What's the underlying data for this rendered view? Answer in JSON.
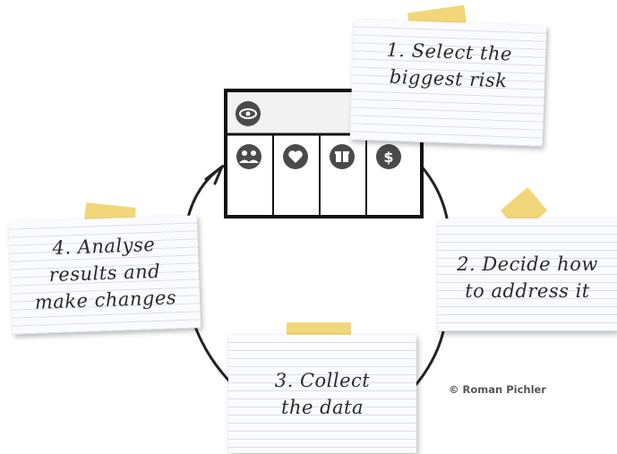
{
  "steps": [
    {
      "text": "1. Select the\nbiggest risk"
    },
    {
      "text": "2. Decide how\nto address it"
    },
    {
      "text": "3. Collect\nthe data"
    },
    {
      "text": "4. Analyse\nresults and\nmake changes"
    }
  ],
  "copyright": "© Roman Pichler",
  "icons": [
    "eye-icon",
    "users-icon",
    "heart-icon",
    "gift-icon",
    "dollar-icon"
  ],
  "colors": {
    "note": "#fbfbff",
    "tape": "#f0d36a",
    "ink": "#2a2a2a",
    "icon": "#4a4a4a"
  }
}
